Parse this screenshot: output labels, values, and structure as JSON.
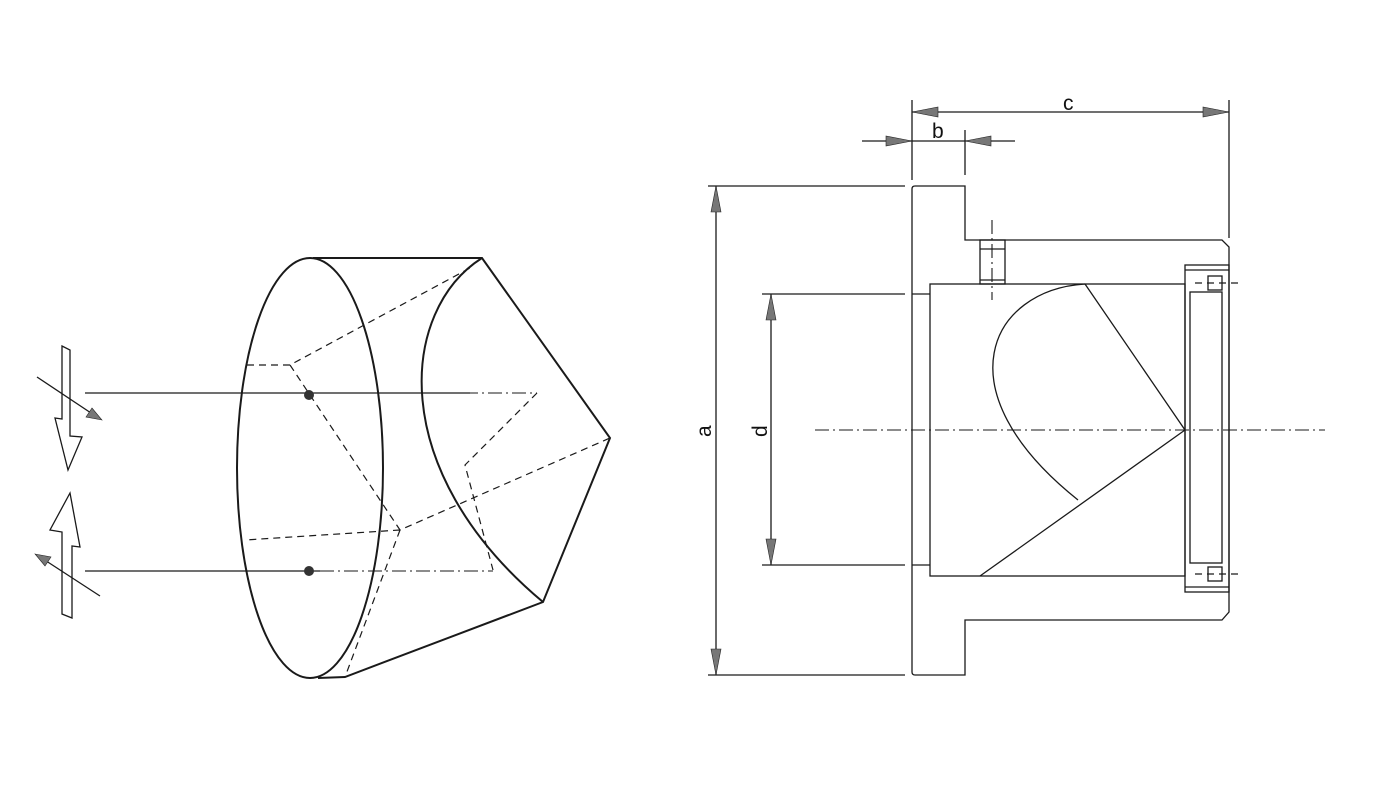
{
  "dimension_labels": {
    "a": "a",
    "b": "b",
    "c": "c",
    "d": "d"
  }
}
